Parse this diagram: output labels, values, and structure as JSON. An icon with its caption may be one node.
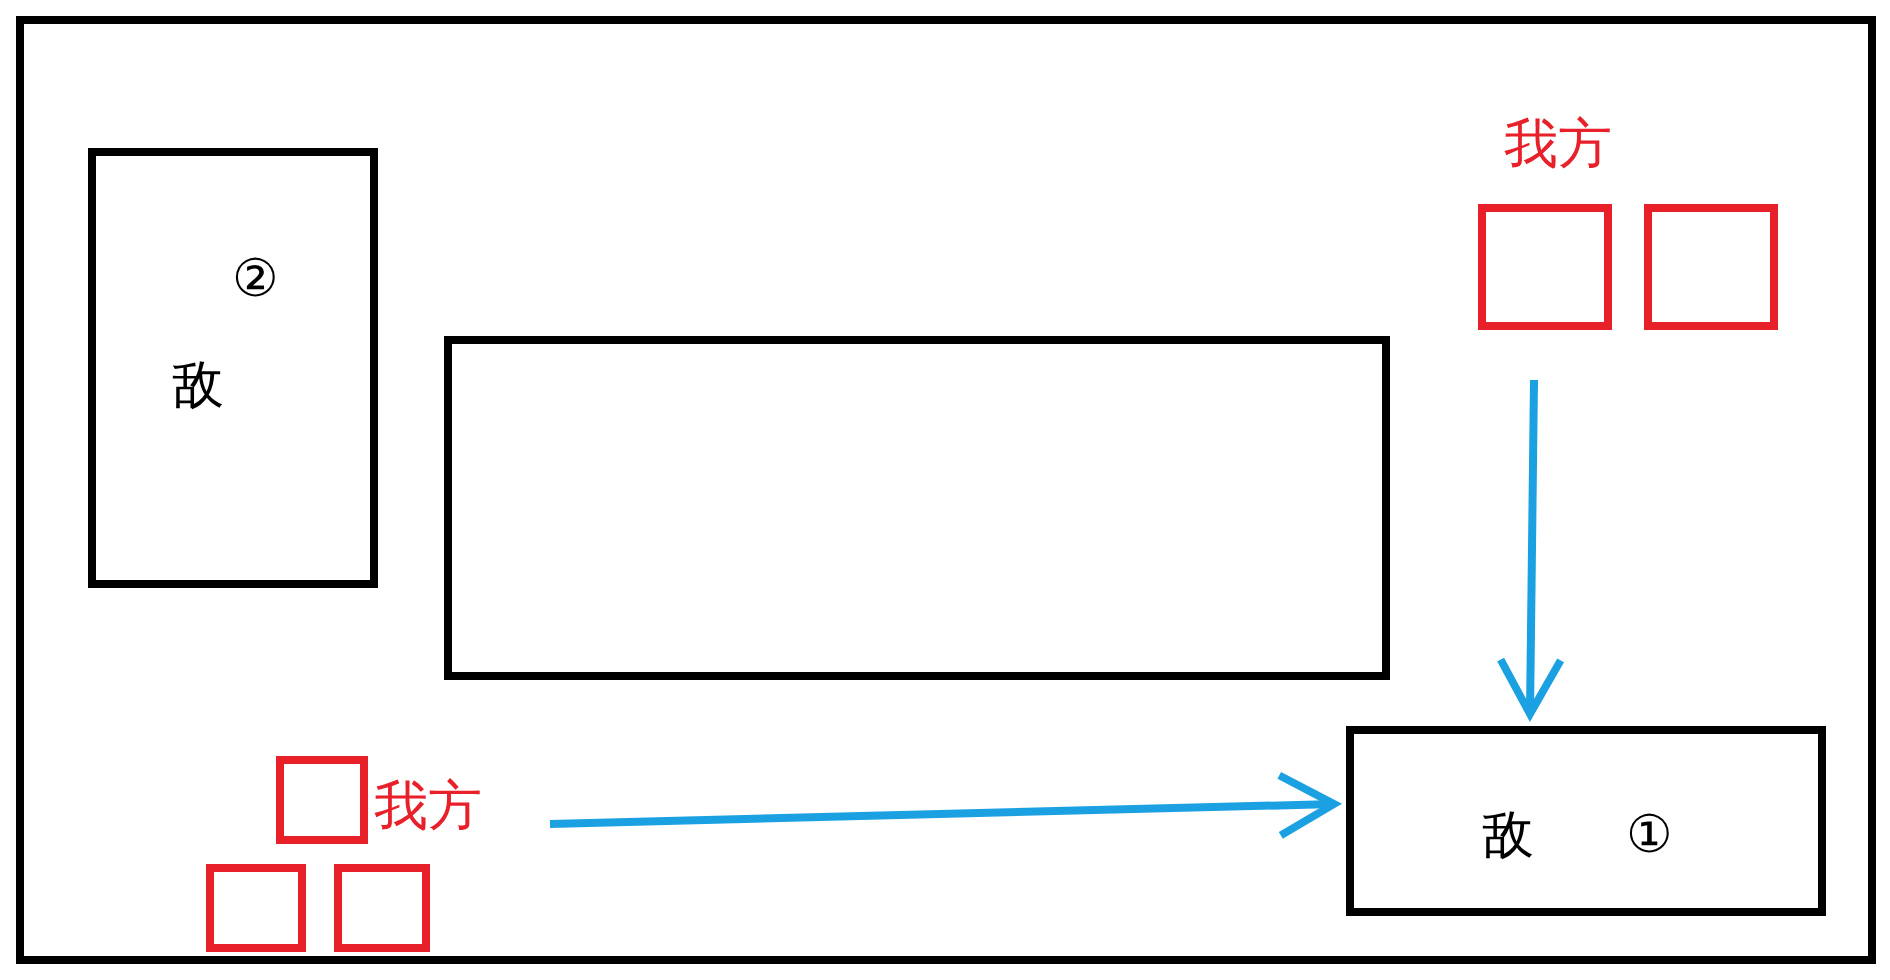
{
  "diagram": {
    "nodes": [
      {
        "text": [],
        "shape": "box"
      },
      {
        "text": [
          "②",
          "敌"
        ],
        "in": 0
      },
      {
        "text": [],
        "shape": "box",
        "in": 0
      },
      {
        "text": [],
        "shape": "box",
        "in": 0
      },
      {
        "text": [],
        "shape": "box",
        "in": 0
      },
      {
        "text": [
          "敌",
          "①"
        ],
        "in": 0
      },
      {
        "text": [],
        "shape": "box",
        "in": 0
      },
      {
        "text": [],
        "shape": "box",
        "in": 0
      },
      {
        "text": [],
        "shape": "box",
        "in": 0
      }
    ],
    "edges": [
      {
        "from": null,
        "to": 5,
        "arrow": "to",
        "color": "#1ba1e2"
      },
      {
        "from": null,
        "to": 5,
        "arrow": "to",
        "color": "#1ba1e2"
      }
    ],
    "labels": [
      "我方",
      "我方"
    ]
  }
}
